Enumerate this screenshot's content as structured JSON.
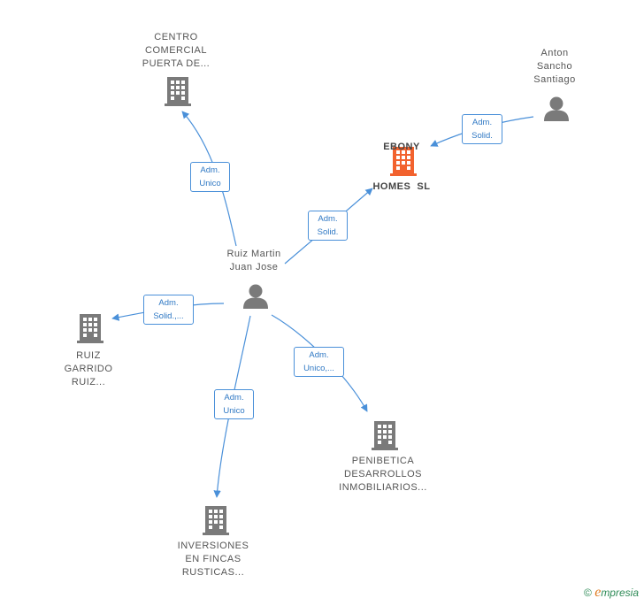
{
  "colors": {
    "edge": "#4a90d9",
    "company": "#7a7a7a",
    "company_highlight": "#f2622e",
    "person": "#7a7a7a"
  },
  "nodes": {
    "centro_comercial": {
      "lines": [
        "CENTRO",
        "COMERCIAL",
        "PUERTA DE..."
      ],
      "icon": "building-icon"
    },
    "ebony_homes": {
      "lines": [
        "EBONY",
        "HOMES  SL"
      ],
      "icon": "building-icon"
    },
    "anton_sancho": {
      "lines": [
        "Anton",
        "Sancho",
        "Santiago"
      ],
      "icon": "person-icon"
    },
    "ruiz_martin": {
      "lines": [
        "Ruiz Martin",
        "Juan Jose"
      ],
      "icon": "person-icon"
    },
    "ruiz_garrido": {
      "lines": [
        "RUIZ",
        "GARRIDO",
        "RUIZ..."
      ],
      "icon": "building-icon"
    },
    "penibetica": {
      "lines": [
        "PENIBETICA",
        "DESARROLLOS",
        "INMOBILIARIOS..."
      ],
      "icon": "building-icon"
    },
    "inversiones": {
      "lines": [
        "INVERSIONES",
        "EN FINCAS",
        "RUSTICAS..."
      ],
      "icon": "building-icon"
    }
  },
  "edges": {
    "to_centro": [
      "Adm.",
      "Unico"
    ],
    "to_ebony": [
      "Adm.",
      "Solid."
    ],
    "anton_to_ebony": [
      "Adm.",
      "Solid."
    ],
    "to_ruiz_garrido": [
      "Adm.",
      "Solid.,..."
    ],
    "to_penibetica": [
      "Adm.",
      "Unico,..."
    ],
    "to_inversiones": [
      "Adm.",
      "Unico"
    ]
  },
  "brand": {
    "copyright": "©",
    "e": "e",
    "rest": "mpresia"
  }
}
